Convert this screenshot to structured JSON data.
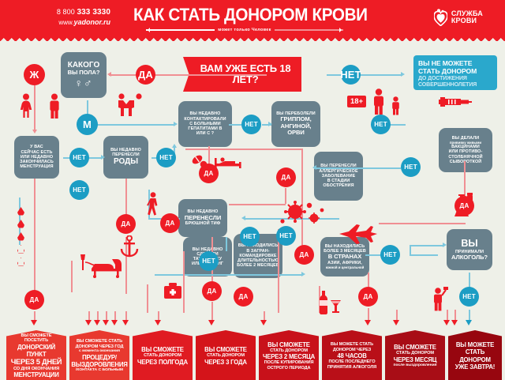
{
  "header": {
    "phone": "8 800 333 3330",
    "phone_prefix": "8 800",
    "phone_main": "333 3330",
    "website": "www.",
    "website_main": "yadonor.ru",
    "title": "КАК СТАТЬ ДОНОРОМ КРОВИ",
    "subtitle": "может только Человек",
    "logo_line1": "СЛУЖБА",
    "logo_line2": "КРОВИ",
    "bg_color": "#ee1c25"
  },
  "start": {
    "label_line1": "ВАМ УЖЕ ЕСТЬ",
    "label_line2": "18 ЛЕТ?"
  },
  "answers": {
    "yes": "ДА",
    "no": "НЕТ",
    "female": "Ж",
    "male": "М"
  },
  "nodes": {
    "gender": {
      "l1": "КАКОГО",
      "l2": "ВЫ ПОЛА?"
    },
    "underage": {
      "l1": "ВЫ НЕ МОЖЕТЕ",
      "l2": "СТАТЬ ДОНОРОМ",
      "l3": "ДО ДОСТИЖЕНИЯ",
      "l4": "СОВЕРШЕННОЛЕТИЯ"
    },
    "menstruation": {
      "l1": "У ВАС",
      "l2": "СЕЙЧАС ЕСТЬ",
      "l3": "ИЛИ НЕДАВНО",
      "l4": "ЗАКОНЧИЛАСЬ",
      "l5": "МЕНСТРУАЦИЯ"
    },
    "birth": {
      "l1": "ВЫ НЕДАВНО",
      "l2": "ПЕРЕНЕСЛИ",
      "l3": "РОДЫ"
    },
    "hepatitis": {
      "l1": "ВЫ НЕДАВНО",
      "l2": "КОНТАКТИРОВАЛИ",
      "l3": "С БОЛЬНЫМИ",
      "l4": "ГЕПАТИТАМИ В",
      "l5": "ИЛИ С ?"
    },
    "flu": {
      "l1": "ВЫ ПЕРЕБОЛЕЛИ",
      "l2": "ГРИППОМ,",
      "l3": "АНГИНОЙ,",
      "l4": "ОРВИ"
    },
    "vaccine": {
      "l1": "ВЫ ДЕЛАЛИ",
      "l2": "прививку живыми",
      "l3": "ВАКЦИНАМИ",
      "l4": "ИЛИ ПРОТИВО-",
      "l5": "СТОЛБНЯЧНОЙ",
      "l6": "СЫВОРОТКОЙ"
    },
    "typhoid": {
      "l1": "ВЫ НЕДАВНО",
      "l2": "ПЕРЕНЕСЛИ",
      "l3": "БРЮШНОЙ ТИФ"
    },
    "allergy": {
      "l1": "ВЫ ПЕРЕНЕСЛИ",
      "l2": "АЛЛЕРГИЧЕСКОЕ",
      "l3": "ЗАБОЛЕВАНИЕ",
      "l4": "В СТАДИИ",
      "l5": "ОБОСТРЕНИЯ"
    },
    "tattoo": {
      "l1": "ВЫ НЕДАВНО",
      "l2": "СДЕЛАЛИ",
      "l3": "ТАТУИРОВКУ",
      "l4": "ИЛИ ПИРСИНГ"
    },
    "business_trip": {
      "l1": "ВЫ НАХОДИЛИСЬ",
      "l2": "В ЗАГРАН-",
      "l3": "КОМАНДИРОВКЕ",
      "l4": "ДЛИТЕЛЬНОСТЬЮ",
      "l5": "БОЛЕЕ 2 МЕСЯЦЕВ"
    },
    "countries": {
      "l1": "ВЫ НАХОДИЛИСЬ",
      "l2": "БОЛЕЕ 3 МЕСЯЦЕВ",
      "l3": "В СТРАНАХ",
      "l4": "АЗИИ, АФРИКИ,",
      "l5": "южной и центральной"
    },
    "alcohol": {
      "l1": "ВЫ",
      "l2": "ПРИНИМАЛИ",
      "l3": "АЛКОГОЛЬ?"
    }
  },
  "badge_18plus": "18+",
  "outcomes": [
    {
      "l1": "ВЫ СМОЖЕТЕ ПОСЕТИТЬ",
      "l2": "ДОНОРСКИЙ ПУНКТ",
      "l3": "ЧЕРЕЗ 5 ДНЕЙ",
      "l4": "СО ДНЯ ОКОНЧАНИЯ",
      "l5": "МЕНСТРУАЦИИ",
      "color": "#e8392f"
    },
    {
      "l1": "ВЫ СМОЖЕТЕ СТАТЬ",
      "l2": "ДОНОРОМ ЧЕРЕЗ ГОД",
      "l3": "с момента окончания",
      "l4": "ПРОЦЕДУР/",
      "l5": "ВЫЗДОРОВЛЕНИЯ",
      "l6": "/КОНТАКТА С БОЛЬНЫМ",
      "color": "#e8392f"
    },
    {
      "l1": "ВЫ СМОЖЕТЕ",
      "l2": "СТАТЬ ДОНОРОМ",
      "l3": "ЧЕРЕЗ ПОЛГОДА",
      "color": "#e01b22"
    },
    {
      "l1": "ВЫ СМОЖЕТЕ",
      "l2": "СТАТЬ ДОНОРОМ",
      "l3": "ЧЕРЕЗ 3 ГОДА",
      "color": "#d4141a"
    },
    {
      "l1": "ВЫ СМОЖЕТЕ",
      "l2": "СТАТЬ ДОНОРОМ",
      "l3": "ЧЕРЕЗ 2 МЕСЯЦА",
      "l4": "ПОСЛЕ КУПИРОВАНИЯ",
      "l5": "ОСТРОГО ПЕРИОДА",
      "color": "#c8111a"
    },
    {
      "l1": "ВЫ МОЖЕТЕ СТАТЬ",
      "l2": "ДОНОРОМ ЧЕРЕЗ",
      "l3": "48 ЧАСОВ",
      "l4": "ПОСЛЕ ПОСЛЕДНЕГО",
      "l5": "ПРИНЯТИЯ АЛКОГОЛЯ",
      "color": "#b90f18"
    },
    {
      "l1": "ВЫ СМОЖЕТЕ",
      "l2": "СТАТЬ ДОНОРОМ",
      "l3": "ЧЕРЕЗ МЕСЯЦ",
      "l4": "после выздоровления",
      "color": "#a80d16"
    },
    {
      "l1": "ВЫ МОЖЕТЕ",
      "l2": "СТАТЬ",
      "l3": "ДОНОРОМ",
      "l4": "УЖЕ ЗАВТРА!",
      "color": "#97060f"
    }
  ],
  "colors": {
    "red": "#ee1c25",
    "blue": "#1c9dc4",
    "slate": "#68808c",
    "background": "#eef0e8",
    "line_red": "#f08f93",
    "line_blue": "#7ec8de"
  }
}
